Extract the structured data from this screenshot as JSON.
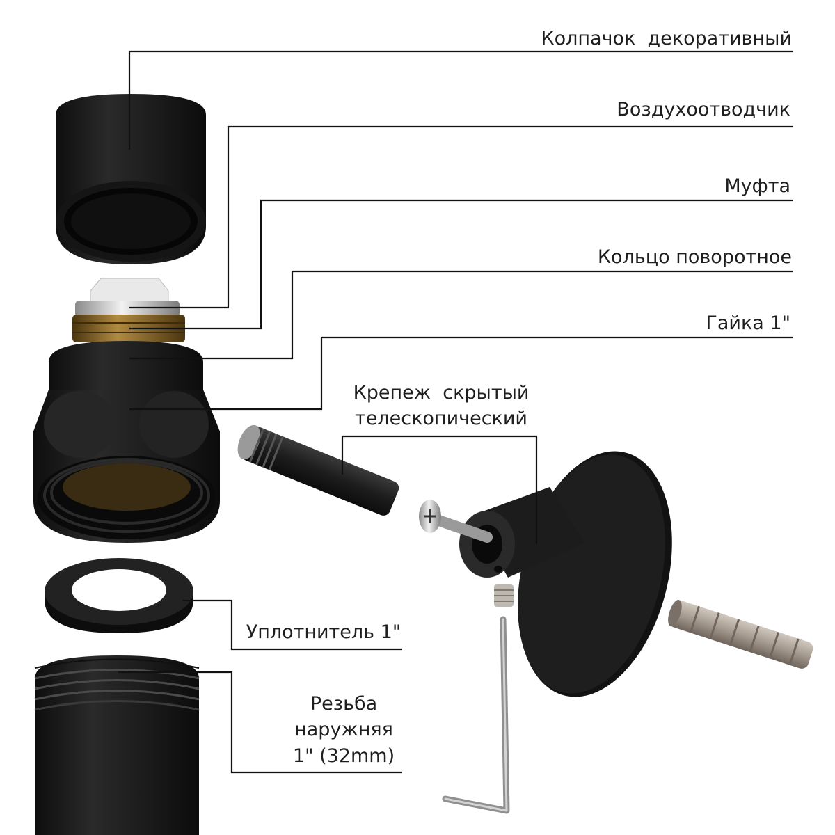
{
  "labels": {
    "cap": "Колпачок  декоративный",
    "air_vent": "Воздухоотводчик",
    "coupling": "Муфта",
    "rotary_ring": "Кольцо поворотное",
    "nut": "Гайка 1\"",
    "mount_line1": "Крепеж  скрытый",
    "mount_line2": "телескопический",
    "seal": "Уплотнитель 1\"",
    "thread_line1": "Резьба",
    "thread_line2": "наружняя",
    "thread_line3": "1\" (32mm)"
  },
  "colors": {
    "part_black": "#1c1c1c",
    "brass": "#8a6a2a",
    "chrome": "#c8c8c8",
    "dowel": "#a59a8f",
    "leader_line": "#111111"
  }
}
